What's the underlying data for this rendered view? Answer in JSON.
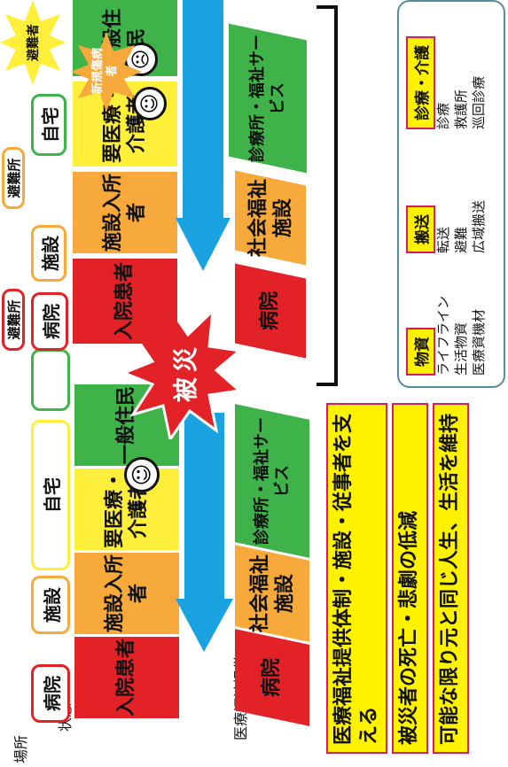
{
  "labels": {
    "place": "場所",
    "status": "状態",
    "welfare_supply": "医療福祉提供"
  },
  "before": {
    "tags": [
      "病院",
      "施設",
      "自宅"
    ],
    "tiles": [
      "入院患者",
      "施設入所者",
      "要医療・介護者",
      "一般住民"
    ],
    "supply": [
      "病院",
      "社会福祉施設",
      "診療所・福祉サービス"
    ]
  },
  "disaster": {
    "label": "被災"
  },
  "after": {
    "tags": [
      "病院",
      "施設",
      "自宅",
      "避難所",
      "避難所"
    ],
    "tiles": [
      "入院患者",
      "施設入所者",
      "要医療・介護者",
      "一般住民"
    ],
    "supply": [
      "病院",
      "社会福祉施設",
      "診療所・福祉サービス"
    ],
    "new_casualties": "新規傷病者",
    "evacuees": "避難者"
  },
  "goals": [
    "医療福祉提供体制・施設・従事者を支える",
    "被災者の死亡・悲劇の低減",
    "可能な限り元と同じ人生、生活を維持"
  ],
  "needs": [
    {
      "title": "物資",
      "items": [
        "ライフライン",
        "生活物資",
        "医療資機材"
      ]
    },
    {
      "title": "搬送",
      "items": [
        "転送",
        "避難",
        "広域搬送"
      ]
    },
    {
      "title": "診療・介護",
      "items": [
        "診療",
        "救護所",
        "巡回診療"
      ]
    }
  ],
  "colors": {
    "red": "#e32227",
    "orange": "#f7a93b",
    "yellow": "#ffee3a",
    "green": "#3fb24a",
    "arrow_blue": "#1aa3e0",
    "goal_border": "#d81b60"
  }
}
